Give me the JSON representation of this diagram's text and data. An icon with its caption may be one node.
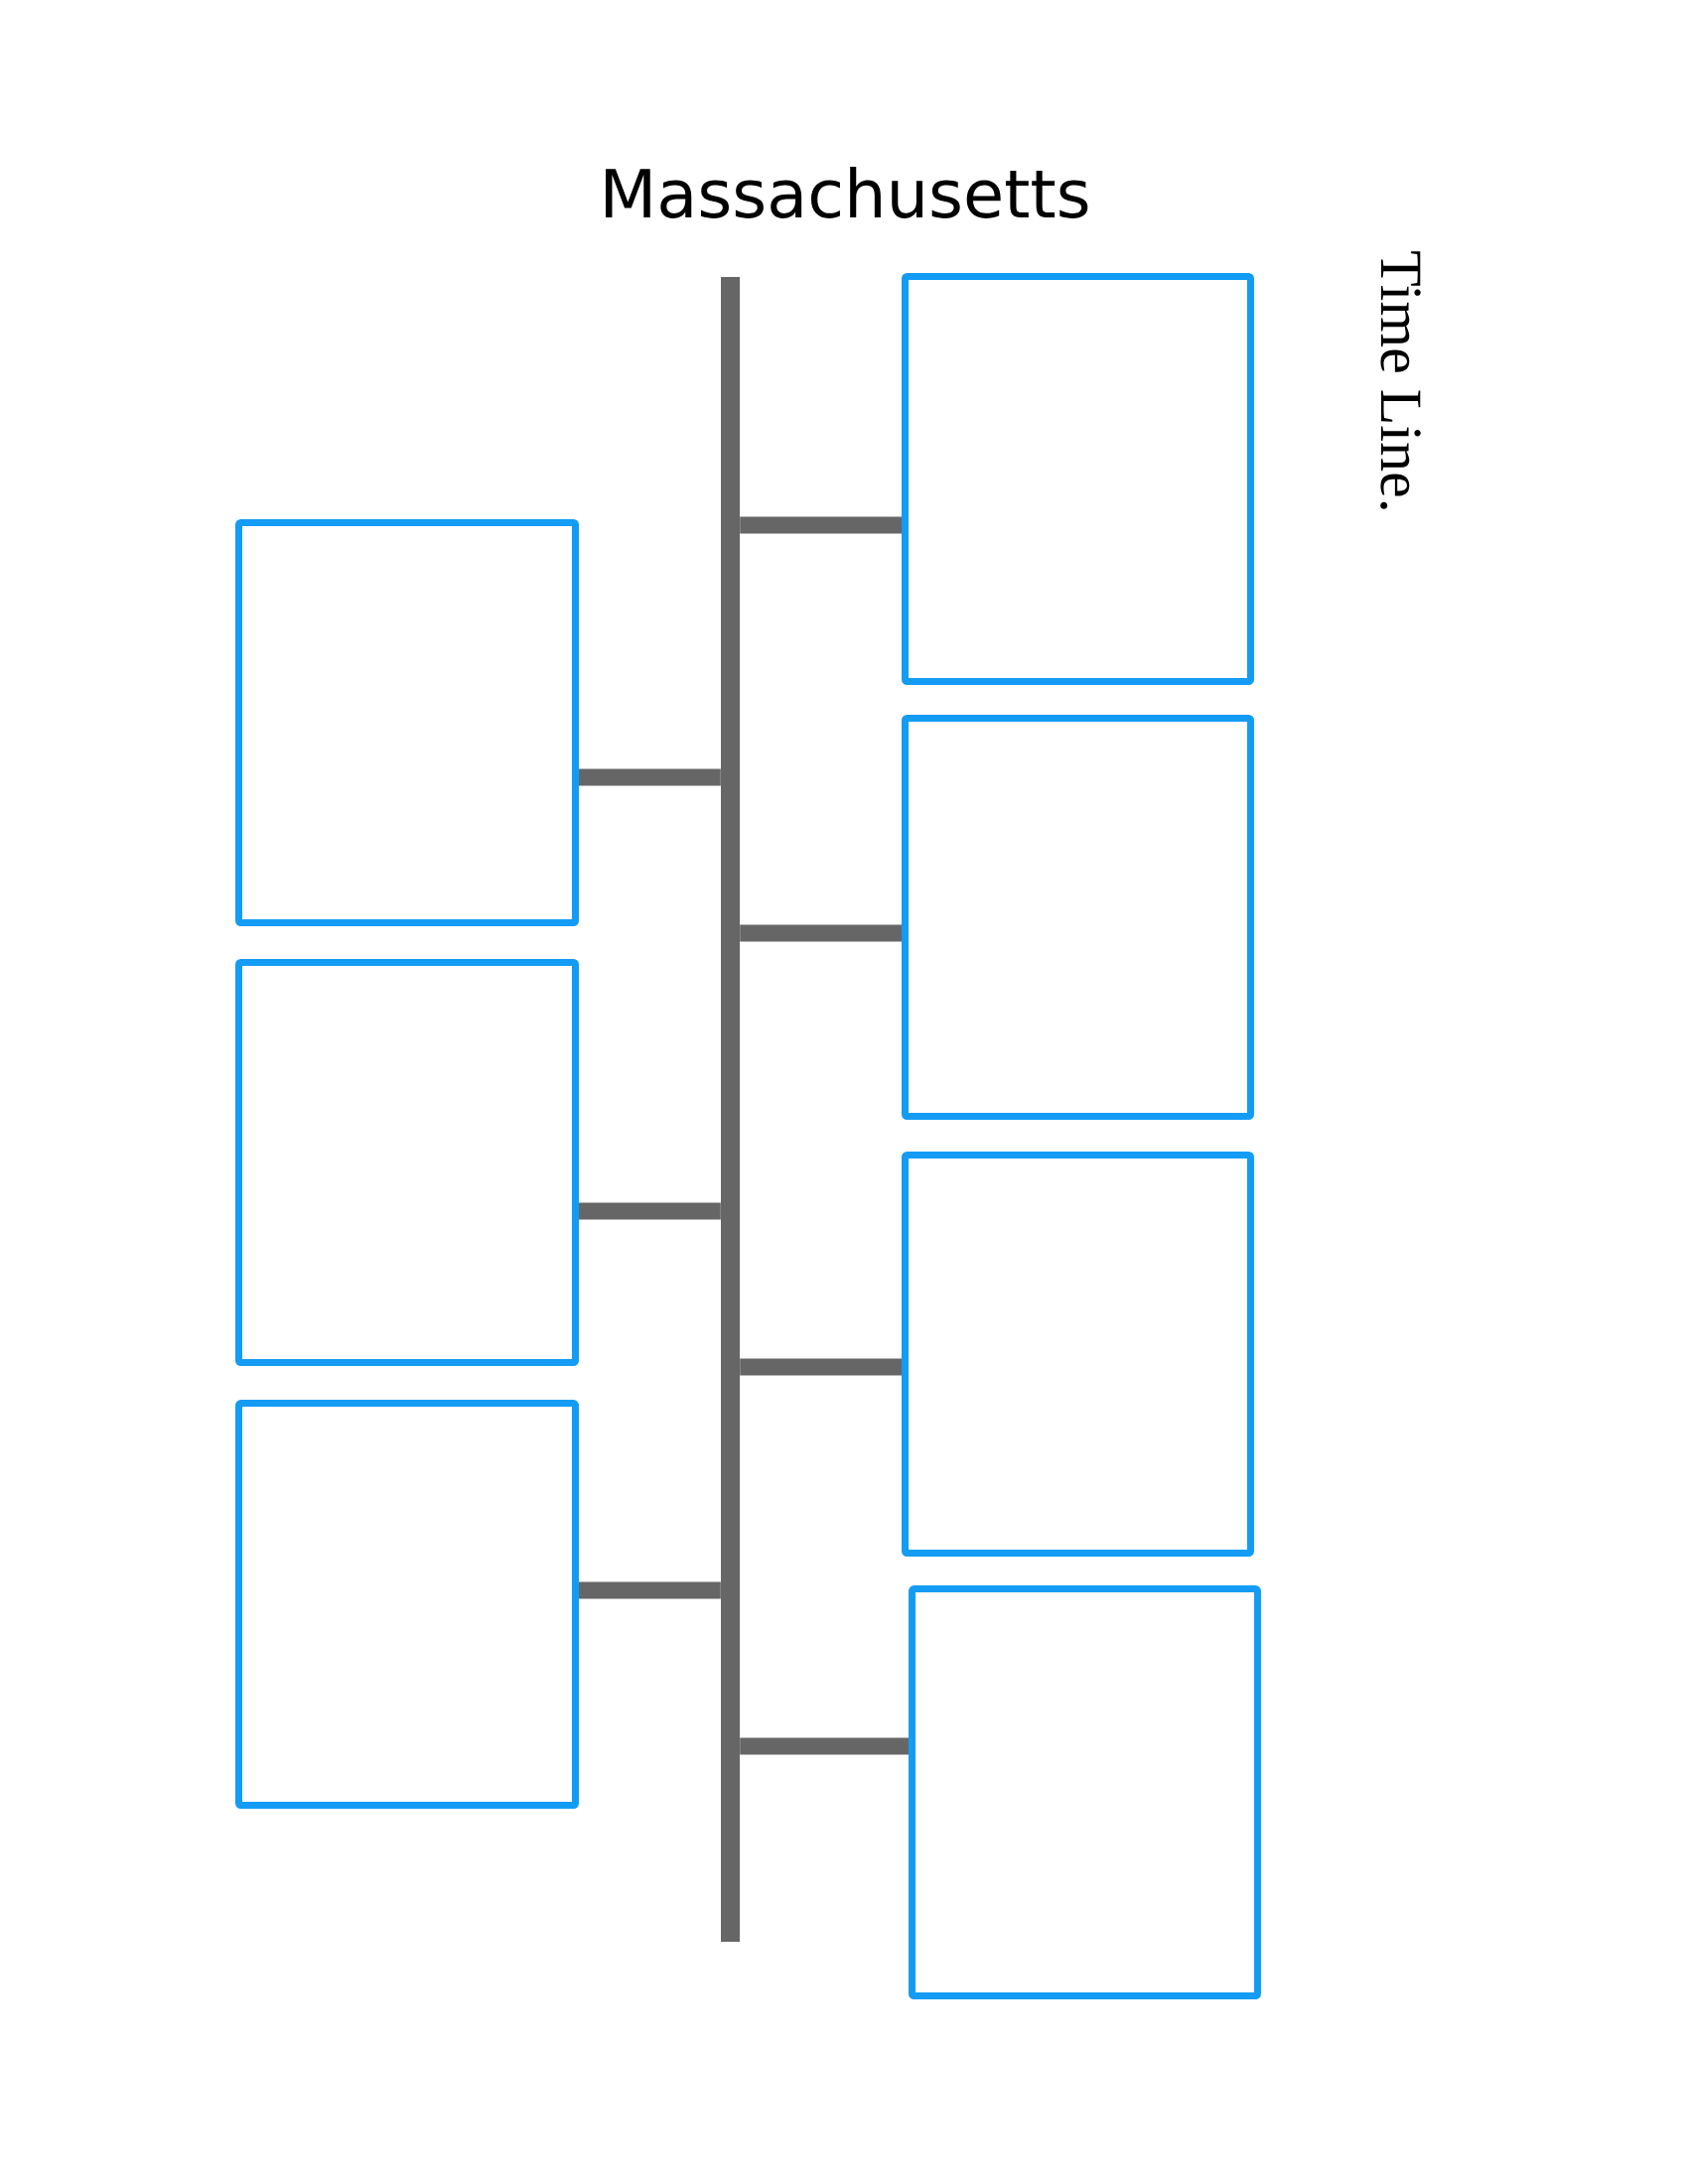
{
  "diagram": {
    "title": "Massachusetts",
    "nodes": [
      {
        "text": [],
        "shape": "bar"
      },
      {
        "text": [],
        "shape": "box"
      },
      {
        "text": [],
        "shape": "box"
      },
      {
        "text": [],
        "shape": "box"
      },
      {
        "text": [],
        "shape": "box"
      },
      {
        "text": [],
        "shape": "box"
      },
      {
        "text": [],
        "shape": "box"
      },
      {
        "text": [],
        "shape": "box"
      }
    ],
    "edges": [
      {
        "from": 0,
        "to": 1,
        "arrow": "none"
      },
      {
        "from": 0,
        "to": 2,
        "arrow": "none"
      },
      {
        "from": 0,
        "to": 3,
        "arrow": "none"
      },
      {
        "from": 0,
        "to": 4,
        "arrow": "none"
      },
      {
        "from": 0,
        "to": 5,
        "arrow": "none"
      },
      {
        "from": 0,
        "to": 6,
        "arrow": "none"
      },
      {
        "from": 0,
        "to": 7,
        "arrow": "none"
      }
    ],
    "labels": [
      "Time Line."
    ]
  }
}
